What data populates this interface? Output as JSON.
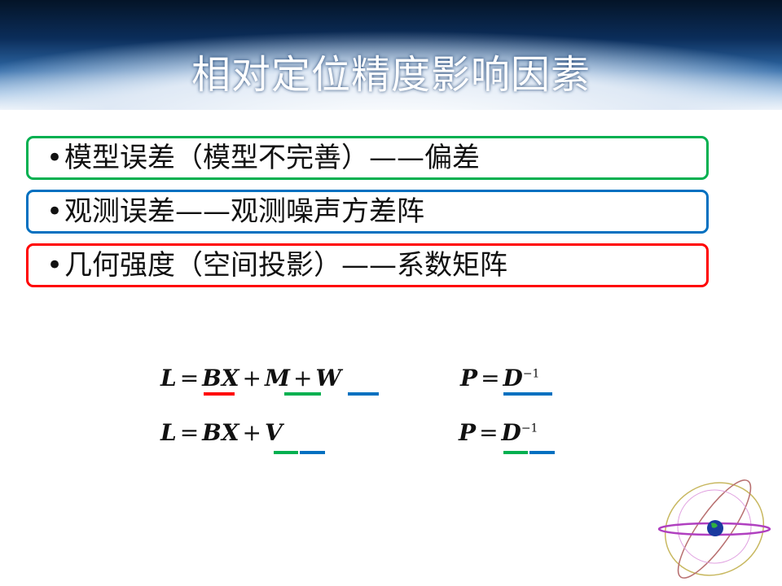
{
  "title": "相对定位精度影响因素",
  "bullets": [
    {
      "text": "模型误差（模型不完善）——偏差",
      "color": "#00b050"
    },
    {
      "text": "观测误差——观测噪声方差阵",
      "color": "#0070c0"
    },
    {
      "text": "几何强度（空间投影）——系数矩阵",
      "color": "#ff0000"
    }
  ],
  "bullet_symbol": "•",
  "equations": {
    "eq1": {
      "L": "L",
      "eq": "=",
      "BX": "BX",
      "plus": "+",
      "M": "M",
      "plus2": "+",
      "W": "W"
    },
    "eq2": {
      "P": "P",
      "eq": "=",
      "D": "D",
      "exp": "−1"
    },
    "eq3": {
      "L": "L",
      "eq": "=",
      "BX": "BX",
      "plus": "+",
      "V": "V"
    },
    "eq4": {
      "P": "P",
      "eq": "=",
      "D": "D",
      "exp": "−1"
    }
  },
  "underline_colors": {
    "red": "#ff0000",
    "green": "#00b050",
    "blue": "#0070c0"
  },
  "image": "celestial-orbits-earth"
}
